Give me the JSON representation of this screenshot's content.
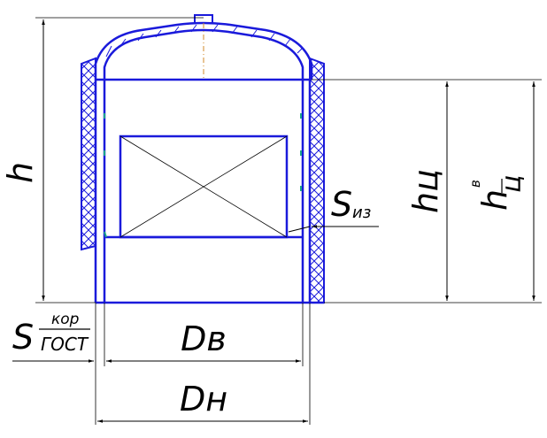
{
  "labels": {
    "h": "h",
    "hc": "hц",
    "hcv_main": "h",
    "hcv_sub": "ц",
    "hcv_sup": "в",
    "siz_main": "S",
    "siz_sub": "из",
    "sgost_main": "S",
    "sgost_sup": "кор",
    "sgost_sub": "ГОСТ",
    "dv": "Dв",
    "dn": "Dн"
  },
  "colors": {
    "vessel": "#1a1adb",
    "dimension": "#000000",
    "axis": "#d08a2a",
    "accent": "#1aa58a"
  }
}
